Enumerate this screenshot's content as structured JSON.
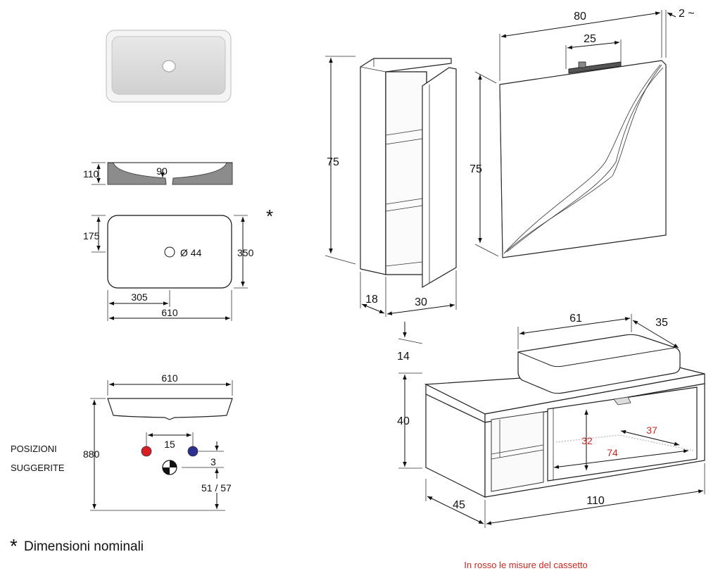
{
  "basin_section": {
    "height_label": "110",
    "drain_label": "90"
  },
  "basin_plan": {
    "asterisk": "*",
    "half_depth_label": "175",
    "hole_label": "Ø 44",
    "depth_label": "350",
    "half_width_label": "305",
    "width_label": "610"
  },
  "positions": {
    "width_label": "610",
    "height_label": "880",
    "spacing_label": "15",
    "offset_label": "3",
    "drain_height_label": "51 / 57",
    "title_line1": "POSIZIONI",
    "title_line2": "SUGGERITE",
    "hot_color": "#d81f26",
    "cold_color": "#2b2f8f"
  },
  "note": {
    "asterisk": "*",
    "text": "Dimensioni nominali"
  },
  "column_cabinet": {
    "height_label": "75",
    "depth_label": "18",
    "width_label": "30"
  },
  "mirror": {
    "width_label": "80",
    "lamp_label": "25",
    "depth_label": "2 ~",
    "height_label": "75"
  },
  "vanity": {
    "sink_width_label": "61",
    "sink_depth_label": "35",
    "sink_height_label": "14",
    "height_label": "40",
    "depth_label": "45",
    "width_label": "110",
    "drawer_height_label": "32",
    "drawer_width_label": "74",
    "drawer_depth_label": "37"
  },
  "footer": {
    "drawer_note": "In rosso le misure del cassetto",
    "accent_color": "#c8281f"
  }
}
